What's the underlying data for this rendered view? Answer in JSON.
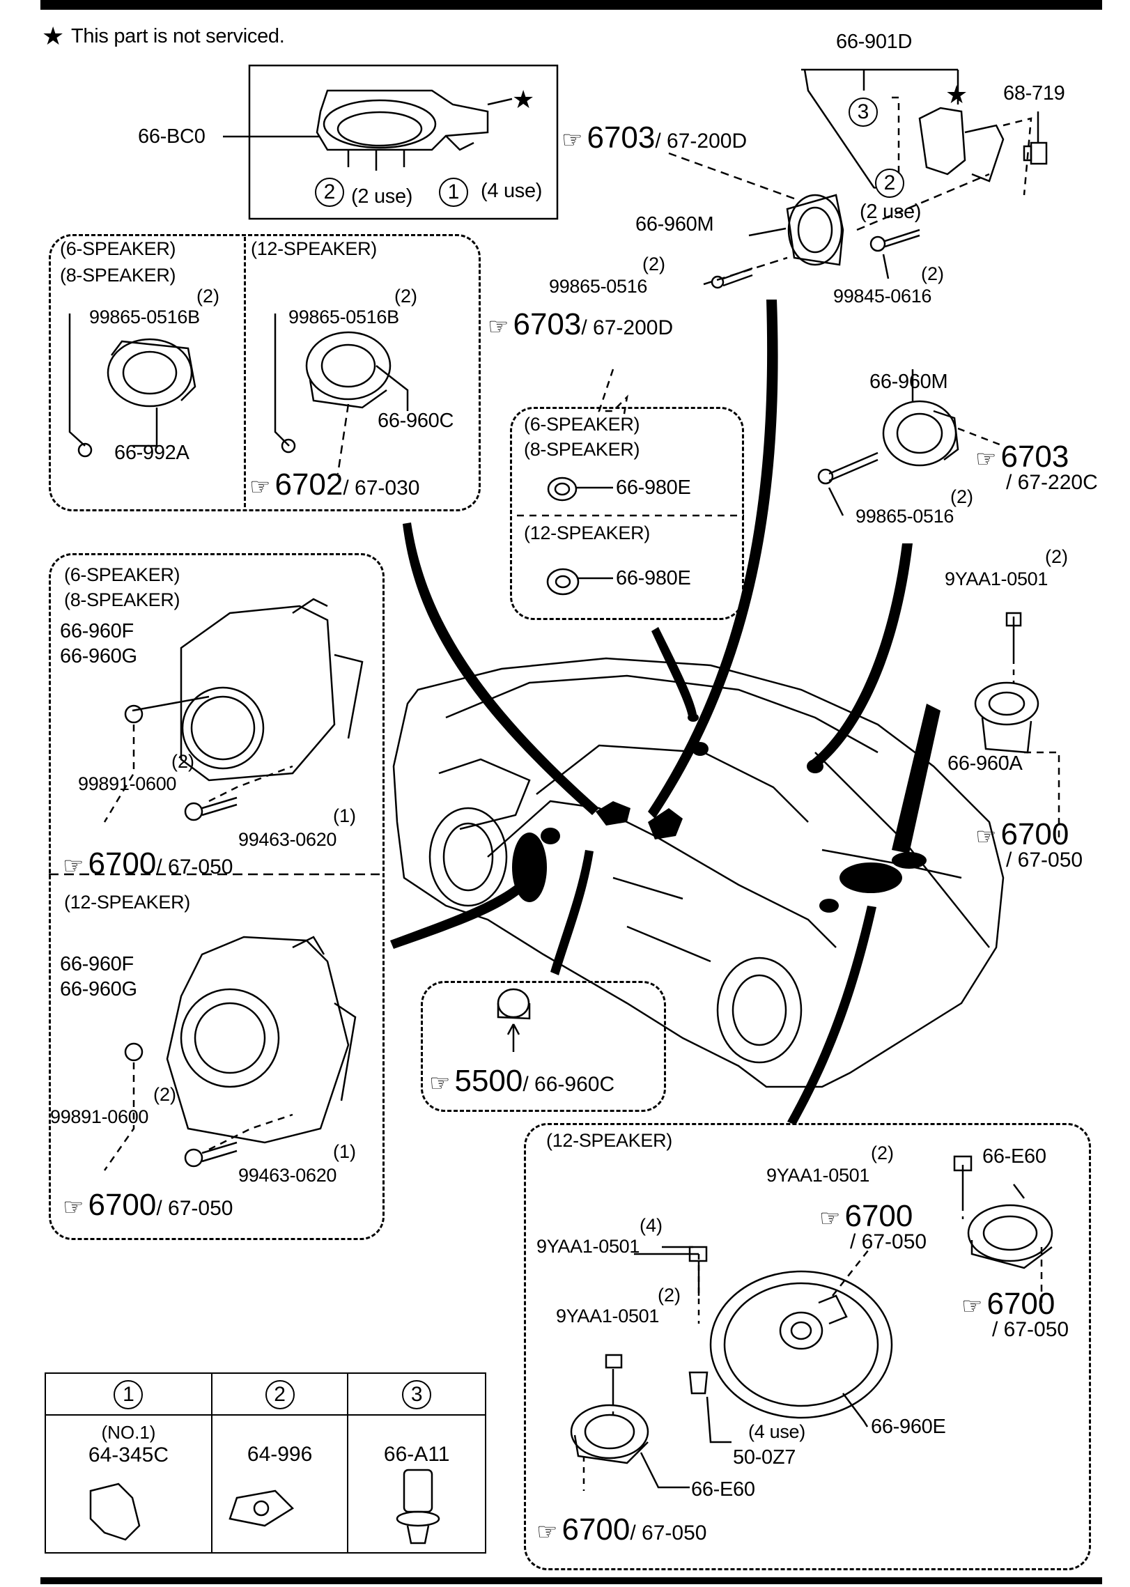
{
  "note": {
    "text": "This part is not serviced."
  },
  "header_parts": {
    "bc0": "66-BC0",
    "use2": "(2 use)",
    "use4": "(4 use)",
    "p901d": "66-901D",
    "p68719": "68-719",
    "p960m_top": "66-960M",
    "use2b": "(2 use)",
    "p0516_top": "99865-0516",
    "q0516_top": "(2)",
    "p0616": "99845-0616",
    "q0616": "(2)"
  },
  "tweeter_box": {
    "group_a1": "(6-SPEAKER)",
    "group_a2": "(8-SPEAKER)",
    "group_b": "(12-SPEAKER)",
    "screw_a": "99865-0516B",
    "qty_a": "(2)",
    "screw_b": "99865-0516B",
    "qty_b": "(2)",
    "part_a": "66-992A",
    "part_b": "66-960C"
  },
  "center_box": {
    "group_a1": "(6-SPEAKER)",
    "group_a2": "(8-SPEAKER)",
    "part_a": "66-980E",
    "group_b": "(12-SPEAKER)",
    "part_b": "66-980E"
  },
  "right_side": {
    "p960m": "66-960M",
    "p0516": "99865-0516",
    "q0516": "(2)",
    "p0501": "9YAA1-0501",
    "q0501": "(2)",
    "p960a": "66-960A"
  },
  "woofer_box": {
    "group_a1": "(6-SPEAKER)",
    "group_a2": "(8-SPEAKER)",
    "part_f": "66-960F",
    "part_g": "66-960G",
    "nut": "99891-0600",
    "nut_qty": "(2)",
    "bolt": "99463-0620",
    "bolt_qty": "(1)",
    "group_b": "(12-SPEAKER)",
    "part_f2": "66-960F",
    "part_g2": "66-960G",
    "nut2": "99891-0600",
    "nut2_qty": "(2)",
    "bolt2": "99463-0620",
    "bolt2_qty": "(1)"
  },
  "door_box": {
    "ref_big": "5500",
    "ref_small": "/ 66-960C"
  },
  "rear_box": {
    "group": "(12-SPEAKER)",
    "p0501_a": "9YAA1-0501",
    "q0501_a": "(2)",
    "pe60_a": "66-E60",
    "p0501_b": "9YAA1-0501",
    "q0501_b": "(4)",
    "p0501_c": "9YAA1-0501",
    "q0501_c": "(2)",
    "p960e": "66-960E",
    "use4": "(4 use)",
    "p0z7": "50-0Z7",
    "pe60_b": "66-E60"
  },
  "refs": [
    {
      "big": "6703",
      "small": "/ 67-200D"
    },
    {
      "big": "6703",
      "small": "/ 67-200D"
    },
    {
      "big": "6702",
      "small": "/ 67-030"
    },
    {
      "big": "6703",
      "small": "/ 67-220C"
    },
    {
      "big": "6700",
      "small": "/ 67-050"
    },
    {
      "big": "6700",
      "small": "/ 67-050"
    },
    {
      "big": "6700",
      "small": "/ 67-050"
    },
    {
      "big": "6700",
      "small": "/ 67-050"
    },
    {
      "big": "6700",
      "small": "/ 67-050"
    },
    {
      "big": "6700",
      "small": "/ 67-050"
    }
  ],
  "callouts": {
    "c1": "1",
    "c2": "2",
    "c3": "3"
  },
  "legend": {
    "headers": [
      "1",
      "2",
      "3"
    ],
    "items": [
      {
        "sub": "(NO.1)",
        "part": "64-345C"
      },
      {
        "sub": "",
        "part": "64-996"
      },
      {
        "sub": "",
        "part": "66-A11"
      }
    ]
  },
  "icons": [
    "star-icon",
    "pointing-hand-icon"
  ]
}
